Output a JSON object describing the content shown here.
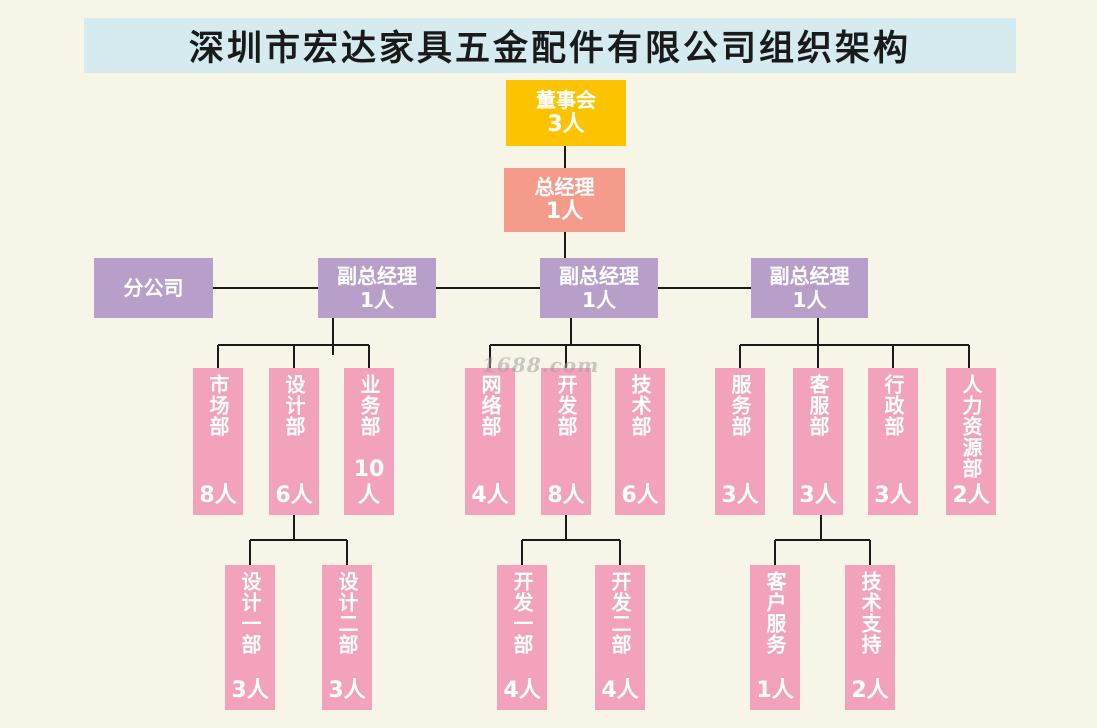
{
  "title": "深圳市宏达家具五金配件有限公司组织架构",
  "watermark": "1688.com",
  "board": {
    "name": "董事会",
    "count": "3人"
  },
  "gm": {
    "name": "总经理",
    "count": "1人"
  },
  "branch": {
    "name": "分公司"
  },
  "vps": [
    {
      "name": "副总经理",
      "count": "1人"
    },
    {
      "name": "副总经理",
      "count": "1人"
    },
    {
      "name": "副总经理",
      "count": "1人"
    }
  ],
  "depts": [
    {
      "name": "市场部",
      "count": "8人"
    },
    {
      "name": "设计部",
      "count": "6人"
    },
    {
      "name": "业务部",
      "count": "10人"
    },
    {
      "name": "网络部",
      "count": "4人"
    },
    {
      "name": "开发部",
      "count": "8人"
    },
    {
      "name": "技术部",
      "count": "6人"
    },
    {
      "name": "服务部",
      "count": "3人"
    },
    {
      "name": "客服部",
      "count": "3人"
    },
    {
      "name": "行政部",
      "count": "3人"
    },
    {
      "name": "人力资源部",
      "count": "2人"
    }
  ],
  "subdepts": [
    {
      "name": "设计一部",
      "count": "3人"
    },
    {
      "name": "设计二部",
      "count": "3人"
    },
    {
      "name": "开发一部",
      "count": "4人"
    },
    {
      "name": "开发二部",
      "count": "4人"
    },
    {
      "name": "客户服务",
      "count": "1人"
    },
    {
      "name": "技术支持",
      "count": "2人"
    }
  ]
}
